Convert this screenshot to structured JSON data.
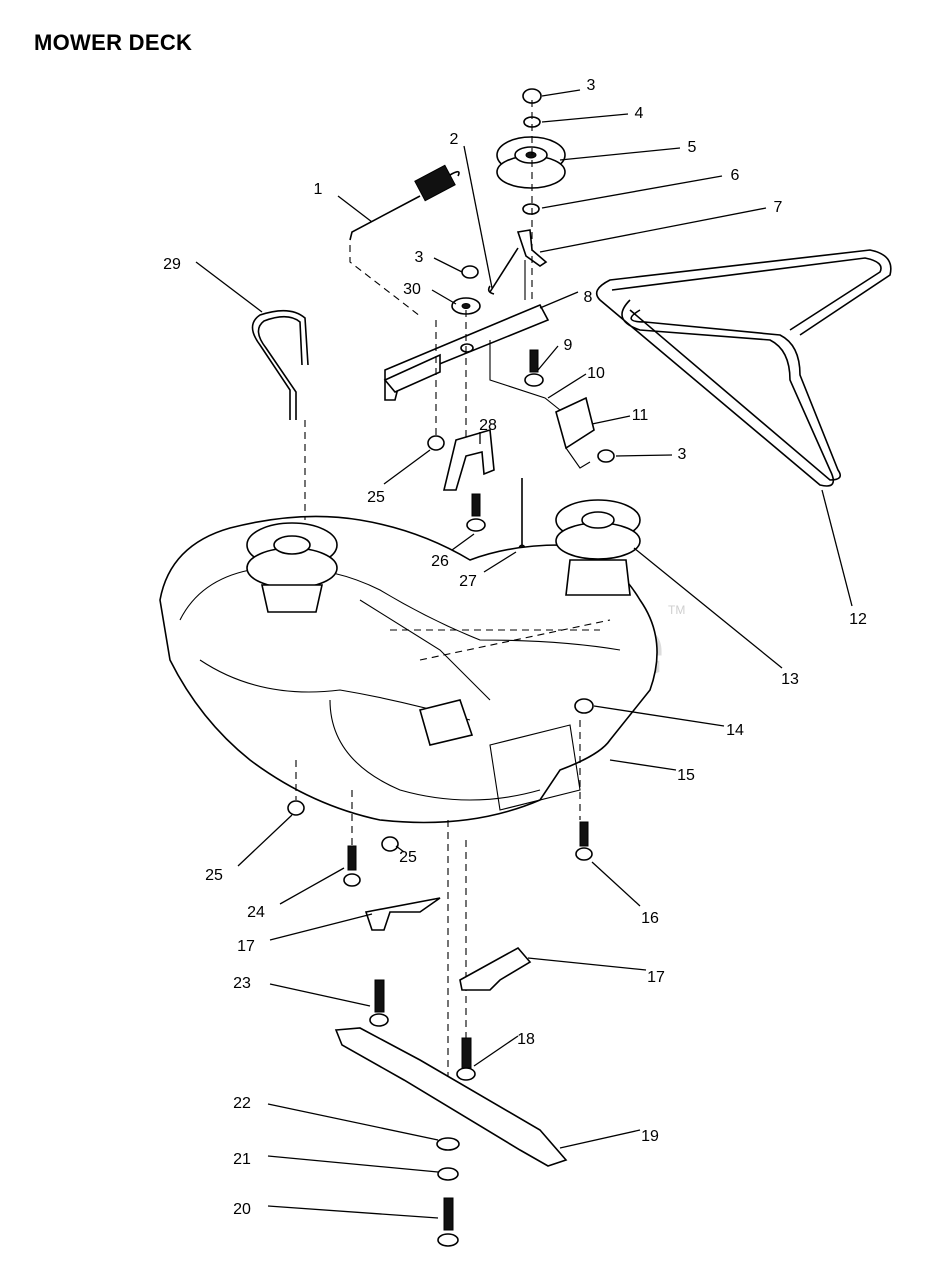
{
  "title": "MOWER DECK",
  "watermark": "PartsTree",
  "watermark_tm": "TM",
  "callouts": [
    {
      "label": "1"
    },
    {
      "label": "2"
    },
    {
      "label": "3"
    },
    {
      "label": "4"
    },
    {
      "label": "5"
    },
    {
      "label": "6"
    },
    {
      "label": "7"
    },
    {
      "label": "8"
    },
    {
      "label": "9"
    },
    {
      "label": "10"
    },
    {
      "label": "11"
    },
    {
      "label": "12"
    },
    {
      "label": "13"
    },
    {
      "label": "14"
    },
    {
      "label": "15"
    },
    {
      "label": "16"
    },
    {
      "label": "17"
    },
    {
      "label": "18"
    },
    {
      "label": "19"
    },
    {
      "label": "20"
    },
    {
      "label": "21"
    },
    {
      "label": "22"
    },
    {
      "label": "23"
    },
    {
      "label": "24"
    },
    {
      "label": "25"
    },
    {
      "label": "26"
    },
    {
      "label": "27"
    },
    {
      "label": "28"
    },
    {
      "label": "29"
    },
    {
      "label": "30"
    },
    {
      "label": "3"
    },
    {
      "label": "3"
    },
    {
      "label": "25"
    },
    {
      "label": "25"
    },
    {
      "label": "17"
    }
  ]
}
